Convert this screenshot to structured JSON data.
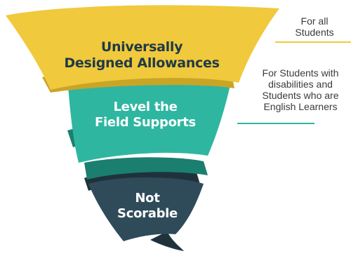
{
  "tiers": [
    {
      "line1": "Universally",
      "line2": "Designed Allowances",
      "color": "#f0c93c",
      "color_dark": "#c9a526",
      "text_color": "#1f3a47"
    },
    {
      "line1": "Level the",
      "line2": "Field Supports",
      "color": "#2eb6a0",
      "color_dark": "#1b7f70",
      "text_color": "#ffffff"
    },
    {
      "line1": "Not",
      "line2": "Scorable",
      "color": "#2f4b5a",
      "color_dark": "#1f323c",
      "text_color": "#ffffff"
    }
  ],
  "notes": [
    {
      "lines": [
        "For all",
        "Students"
      ],
      "rule_color": "#f0c93c"
    },
    {
      "lines": [
        "For Students with",
        "disabilities and",
        "Students who are",
        "English Learners"
      ],
      "rule_color": "#2eb6a0"
    }
  ]
}
